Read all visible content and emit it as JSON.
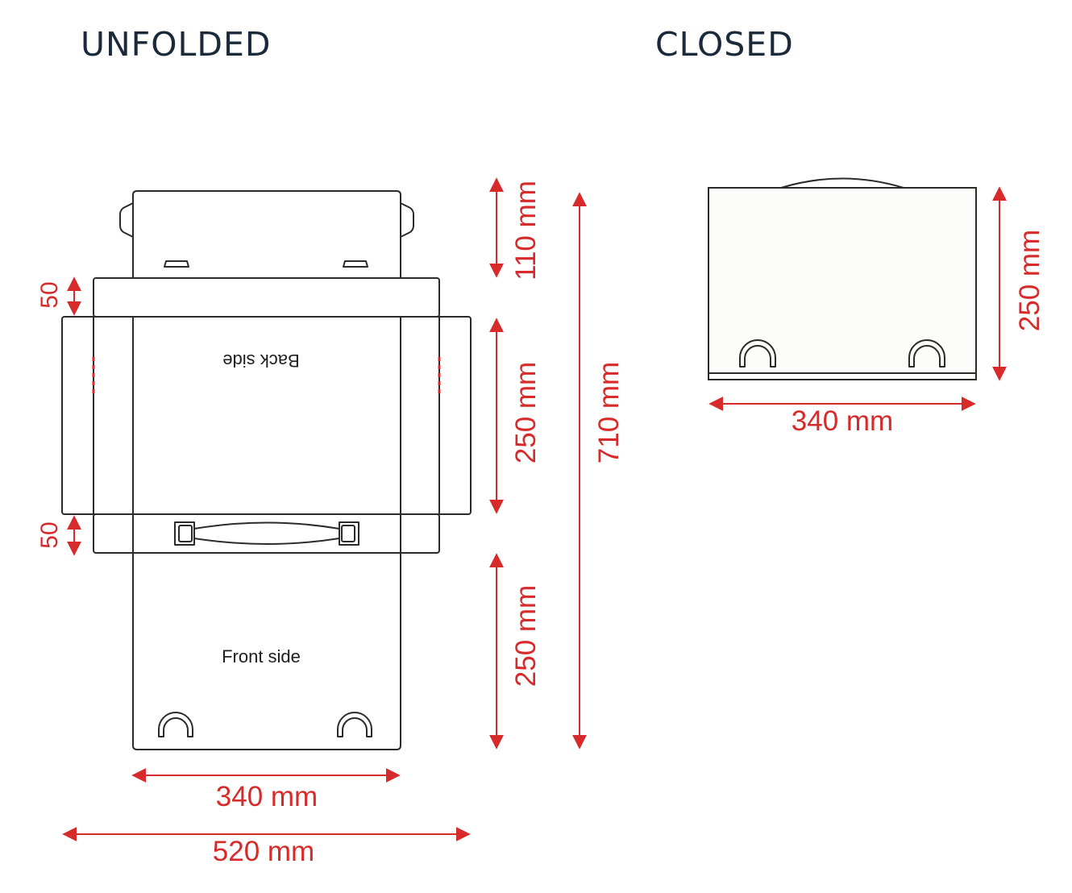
{
  "titles": {
    "unfolded": "UNFOLDED",
    "closed": "CLOSED"
  },
  "labels": {
    "back_side": "Back side",
    "front_side": "Front side"
  },
  "dimensions": {
    "top_flap_height": "110 mm",
    "side_flap_top": "50",
    "side_flap_bottom": "50",
    "back_height": "250 mm",
    "front_height": "250 mm",
    "total_height": "710 mm",
    "inner_width": "340 mm",
    "total_width": "520 mm",
    "closed_height": "250 mm",
    "closed_width": "340 mm"
  },
  "colors": {
    "dimension": "#d72a2a",
    "outline": "#2b2b2b",
    "title": "#1a2a3a"
  }
}
